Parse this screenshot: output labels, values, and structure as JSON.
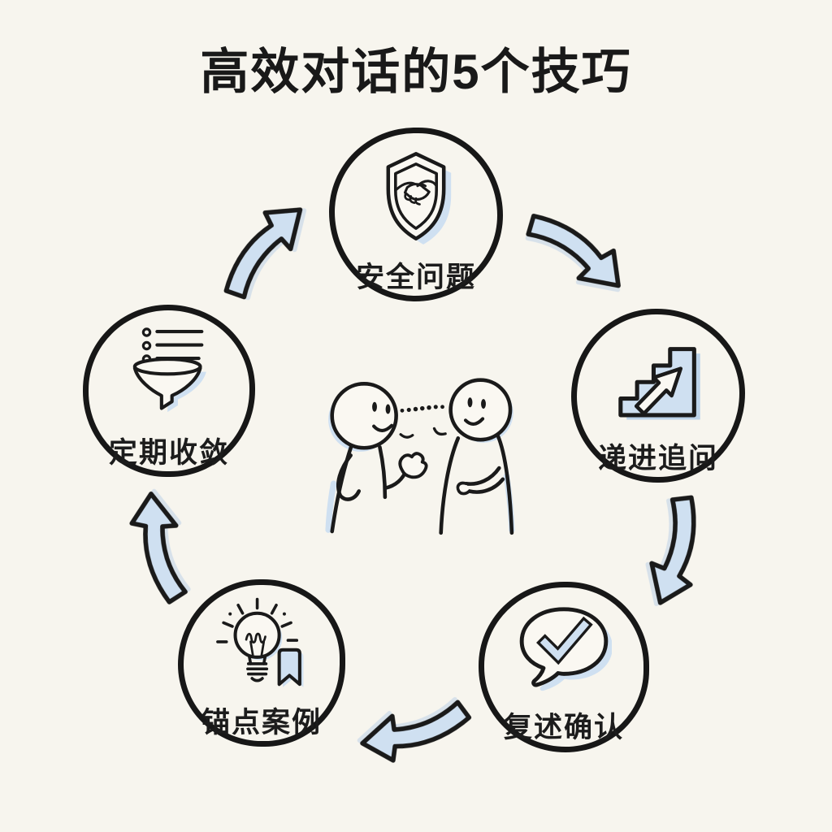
{
  "title": "高效对话的5个技巧",
  "diagram": {
    "flow": "clockwise-cycle",
    "center_illustration": "two-people-talking",
    "nodes": [
      {
        "id": "safety",
        "label": "安全问题",
        "icon": "shield-handshake-icon"
      },
      {
        "id": "followup",
        "label": "递进追问",
        "icon": "stairs-growth-arrow-icon"
      },
      {
        "id": "confirm",
        "label": "复述确认",
        "icon": "speech-bubble-checkmark-icon"
      },
      {
        "id": "anchor",
        "label": "锚点案例",
        "icon": "lightbulb-bookmark-icon"
      },
      {
        "id": "converge",
        "label": "定期收敛",
        "icon": "funnel-list-icon"
      }
    ]
  },
  "colors": {
    "background": "#f7f5ee",
    "ink": "#1a1a1a",
    "accent_blue": "#cfe0f1"
  }
}
